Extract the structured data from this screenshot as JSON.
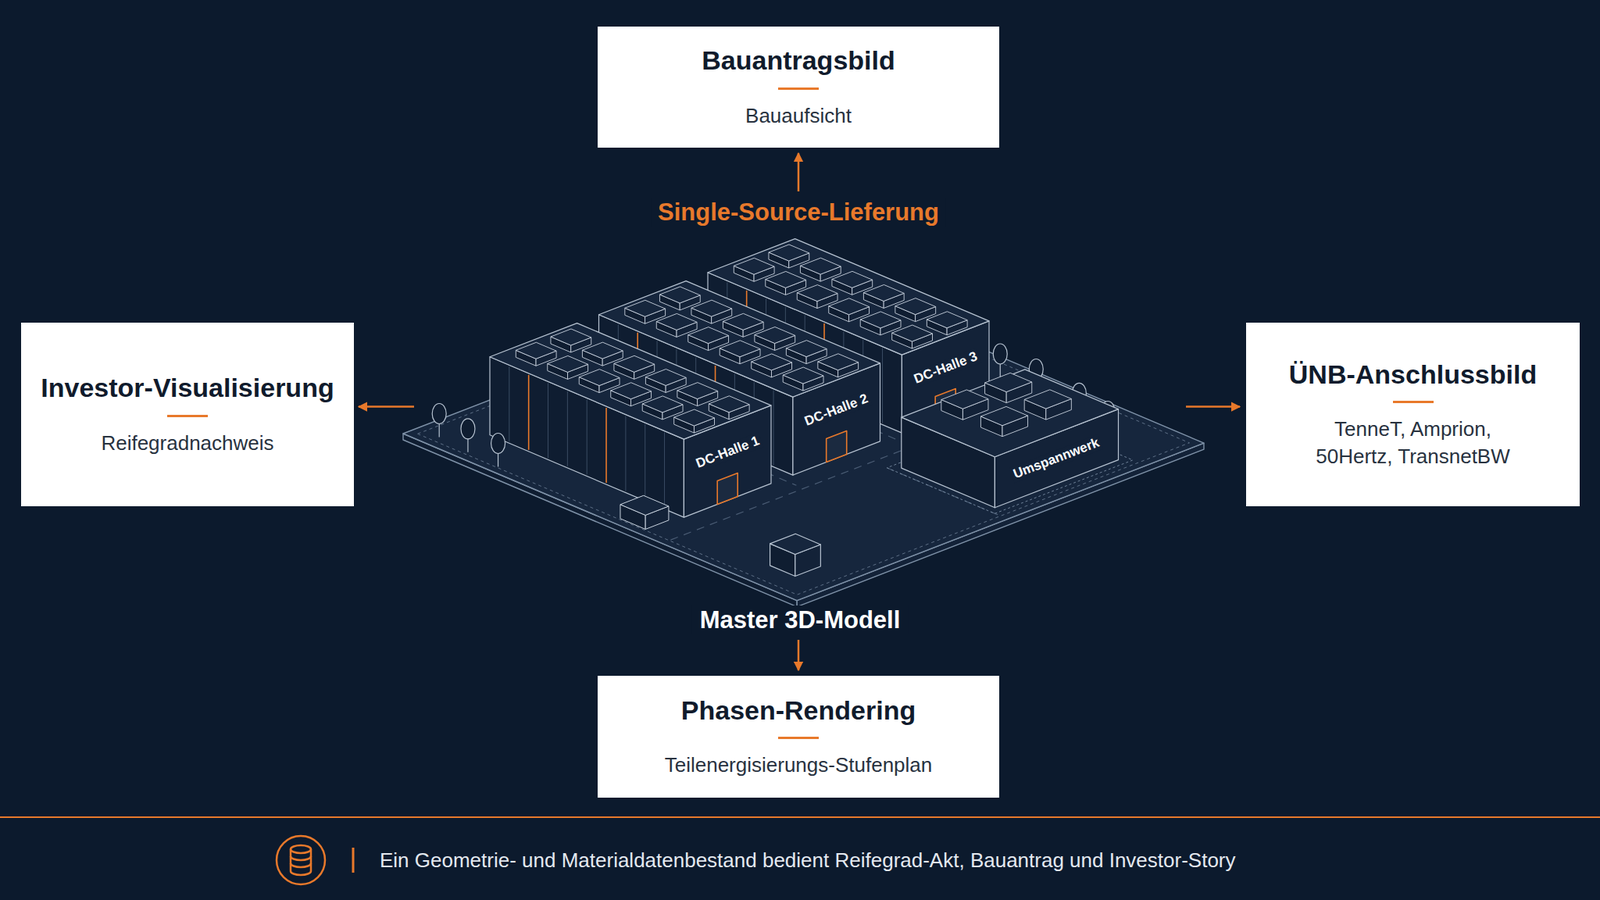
{
  "diagram": {
    "caption": "Ein Geometrie- und Materialdatenbestand bedient Reifegrad-Akt, Bauantrag und Investor-Story",
    "nodes": [
      {
        "text": [
          "Bauantragsbild",
          "Bauaufsicht"
        ]
      },
      {
        "text": [
          "Investor-Visualisierung",
          "Reifegradnachweis"
        ]
      },
      {
        "text": [
          "Master 3D-Modell"
        ]
      },
      {
        "text": [
          "ÜNB-Anschlussbild",
          "TenneT, Amprion, 50Hertz, TransnetBW"
        ]
      },
      {
        "text": [
          "Phasen-Rendering",
          "Teilenergisierungs-Stufenplan"
        ]
      }
    ],
    "edges": [
      {
        "from": 2,
        "to": 0,
        "arrow": "to",
        "label": "Single-Source-Lieferung"
      },
      {
        "from": 2,
        "to": 1,
        "arrow": "to"
      },
      {
        "from": 2,
        "to": 3,
        "arrow": "to"
      },
      {
        "from": 2,
        "to": 4,
        "arrow": "to"
      }
    ],
    "labels": [
      "DC-Halle 1",
      "DC-Halle 2",
      "DC-Halle 3",
      "Umspannwerk"
    ]
  }
}
